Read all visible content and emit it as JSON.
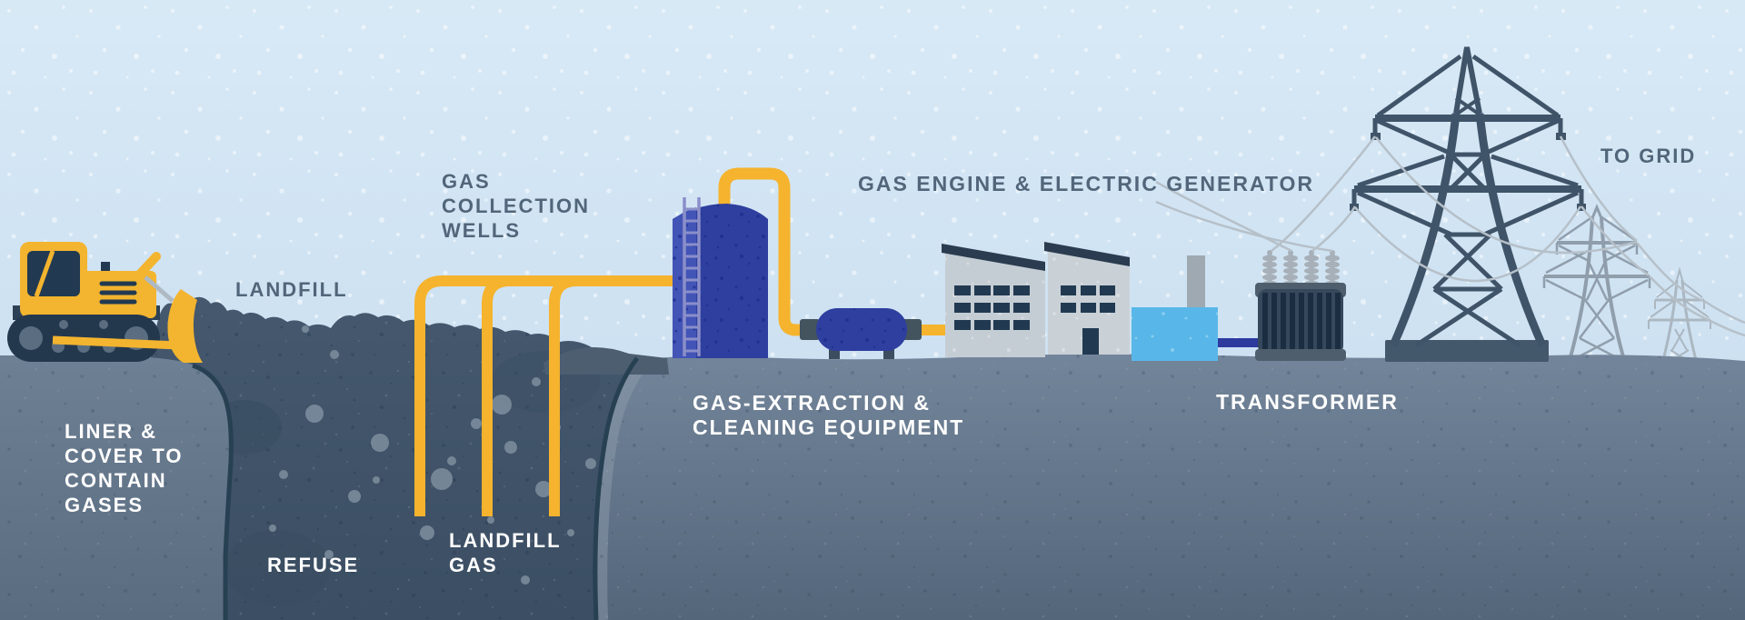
{
  "scene": {
    "sky_color": "#cfe2f1",
    "ground_color": "#64768a",
    "refuse_color": "#42556b",
    "pipe_color": "#f5b32e",
    "equipment_blue": "#2e3f9f",
    "generator_cyan": "#58b7e8",
    "steel_color": "#44586b",
    "vehicle_yellow": "#f3b42f",
    "label_dark_color": "#51667a",
    "label_light_color": "#ffffff"
  },
  "labels": {
    "landfill": "LANDFILL",
    "liner": [
      "LINER &",
      "COVER TO",
      "CONTAIN",
      "GASES"
    ],
    "wells": [
      "GAS",
      "COLLECTION",
      "WELLS"
    ],
    "refuse": "REFUSE",
    "landfill_gas": [
      "LANDFILL",
      "GAS"
    ],
    "extraction": [
      "GAS-EXTRACTION &",
      "CLEANING EQUIPMENT"
    ],
    "engine": "GAS ENGINE & ELECTRIC GENERATOR",
    "transformer": "TRANSFORMER",
    "to_grid": "TO GRID"
  }
}
